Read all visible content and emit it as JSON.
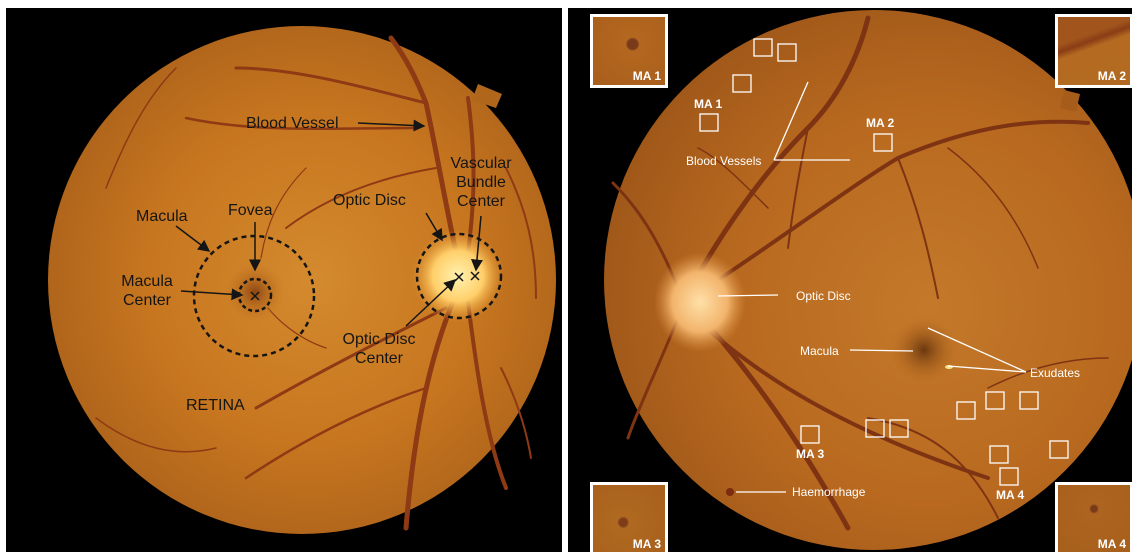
{
  "left_panel": {
    "labels": {
      "blood_vessel": "Blood Vessel",
      "vascular_bundle_center": [
        "Vascular",
        "Bundle",
        "Center"
      ],
      "optic_disc": "Optic Disc",
      "macula": "Macula",
      "fovea": "Fovea",
      "macula_center": [
        "Macula",
        "Center"
      ],
      "optic_disc_center": [
        "Optic Disc",
        "Center"
      ],
      "retina": "RETINA"
    }
  },
  "right_panel": {
    "labels": {
      "blood_vessels": "Blood Vessels",
      "optic_disc": "Optic Disc",
      "macula": "Macula",
      "exudates": "Exudates",
      "haemorrhage": "Haemorrhage",
      "ma1": "MA 1",
      "ma2": "MA 2",
      "ma3": "MA 3",
      "ma4": "MA 4"
    },
    "insets": [
      "MA 1",
      "MA 2",
      "MA 3",
      "MA 4"
    ]
  },
  "colors": {
    "background": "#000000",
    "fundus_base": "#c7761f",
    "optic_disc": "#ffd88a",
    "vessel": "#8e3a14",
    "annotation_dark": "#151515",
    "annotation_light": "#ffffff"
  }
}
